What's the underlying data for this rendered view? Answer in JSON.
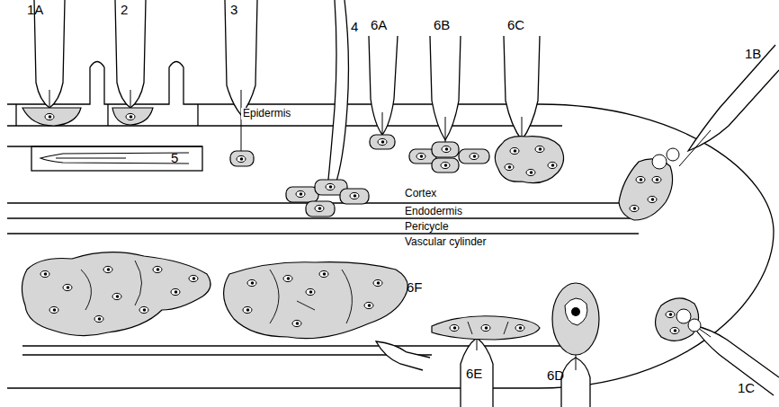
{
  "diagram": {
    "labels": [
      "1A",
      "2",
      "3",
      "4",
      "6A",
      "6B",
      "6C",
      "Epidermis",
      "5",
      "1B",
      "Cortex",
      "Endodermis",
      "Pericycle",
      "Vascular cylinder",
      "6F",
      "6D",
      "6E",
      "1C"
    ]
  }
}
